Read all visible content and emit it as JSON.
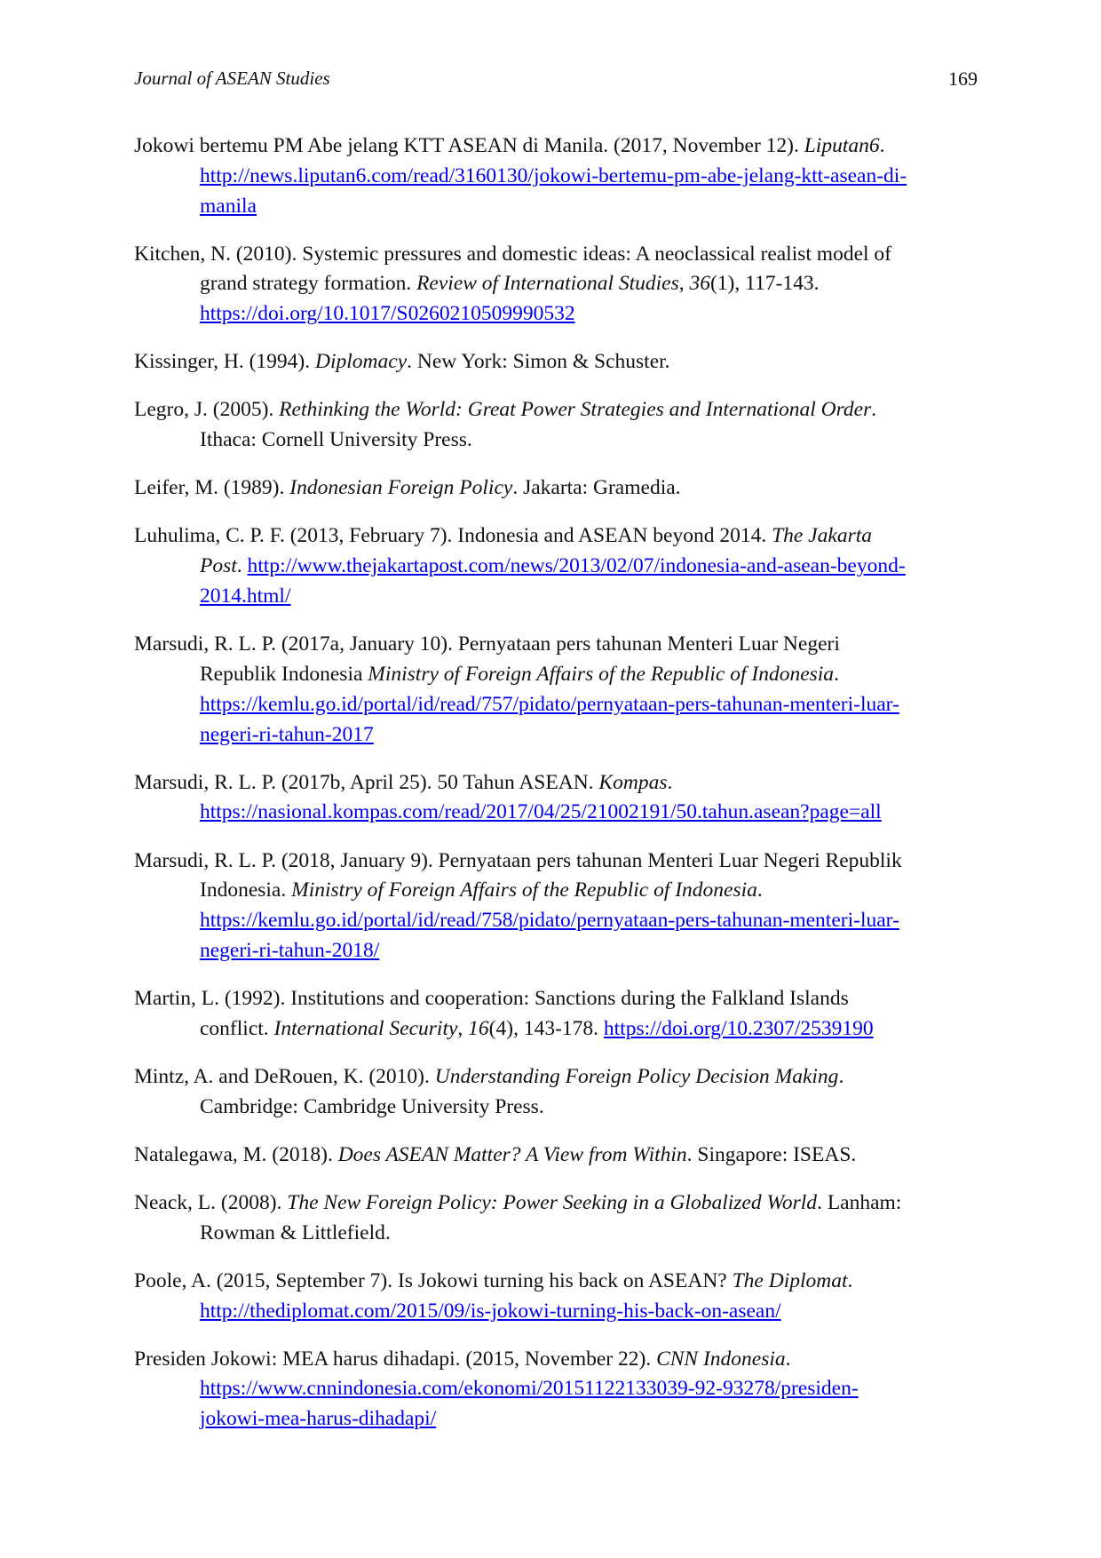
{
  "header": {
    "journal": "Journal of ASEAN Studies",
    "page_number": "169"
  },
  "references": [
    {
      "lines": [
        [
          {
            "t": "Jokowi bertemu PM Abe jelang KTT ASEAN di Manila. (2017, November 12). "
          },
          {
            "t": "Liputan6",
            "s": "i"
          },
          {
            "t": "."
          }
        ],
        [
          {
            "t": "http://news.liputan6.com/read/3160130/jokowi-bertemu-pm-abe-jelang-ktt-asean-di-",
            "s": "a"
          }
        ],
        [
          {
            "t": "manila",
            "s": "a"
          }
        ]
      ]
    },
    {
      "lines": [
        [
          {
            "t": "Kitchen, N. (2010). Systemic pressures and domestic ideas: A neoclassical realist model of"
          }
        ],
        [
          {
            "t": "grand strategy formation. "
          },
          {
            "t": "Review of International Studies",
            "s": "i"
          },
          {
            "t": ", "
          },
          {
            "t": "36",
            "s": "i"
          },
          {
            "t": "(1), 117-143."
          }
        ],
        [
          {
            "t": "https://doi.org/10.1017/S0260210509990532",
            "s": "a"
          }
        ]
      ]
    },
    {
      "lines": [
        [
          {
            "t": "Kissinger, H. (1994). "
          },
          {
            "t": "Diplomacy",
            "s": "i"
          },
          {
            "t": ". New York: Simon & Schuster."
          }
        ]
      ]
    },
    {
      "lines": [
        [
          {
            "t": "Legro, J. (2005). "
          },
          {
            "t": "Rethinking the World: Great Power Strategies and International Order",
            "s": "i"
          },
          {
            "t": "."
          }
        ],
        [
          {
            "t": "Ithaca: Cornell University Press."
          }
        ]
      ]
    },
    {
      "lines": [
        [
          {
            "t": "Leifer, M. (1989). "
          },
          {
            "t": "Indonesian Foreign Policy",
            "s": "i"
          },
          {
            "t": ". Jakarta: Gramedia."
          }
        ]
      ]
    },
    {
      "lines": [
        [
          {
            "t": "Luhulima, C. P. F. (2013, February 7). Indonesia and ASEAN beyond 2014. "
          },
          {
            "t": "The Jakarta",
            "s": "i"
          }
        ],
        [
          {
            "t": "Post",
            "s": "i"
          },
          {
            "t": ". "
          },
          {
            "t": "http://www.thejakartapost.com/news/2013/02/07/indonesia-and-asean-beyond-",
            "s": "a"
          }
        ],
        [
          {
            "t": "2014.html/",
            "s": "a"
          }
        ]
      ]
    },
    {
      "lines": [
        [
          {
            "t": "Marsudi, R. L. P. (2017a, January 10). Pernyataan pers tahunan Menteri Luar Negeri"
          }
        ],
        [
          {
            "t": "Republik Indonesia "
          },
          {
            "t": "Ministry of Foreign Affairs of the Republic of Indonesia",
            "s": "i"
          },
          {
            "t": "."
          }
        ],
        [
          {
            "t": "https://kemlu.go.id/portal/id/read/757/pidato/pernyataan-pers-tahunan-menteri-luar-",
            "s": "a"
          }
        ],
        [
          {
            "t": "negeri-ri-tahun-2017",
            "s": "a"
          }
        ]
      ]
    },
    {
      "lines": [
        [
          {
            "t": "Marsudi, R. L. P. (2017b, April 25). 50 Tahun ASEAN. "
          },
          {
            "t": "Kompas",
            "s": "i"
          },
          {
            "t": "."
          }
        ],
        [
          {
            "t": "https://nasional.kompas.com/read/2017/04/25/21002191/50.tahun.asean?page=all",
            "s": "a"
          }
        ]
      ]
    },
    {
      "lines": [
        [
          {
            "t": "Marsudi, R. L. P. (2018, January 9). Pernyataan pers tahunan Menteri Luar Negeri Republik"
          }
        ],
        [
          {
            "t": "Indonesia. "
          },
          {
            "t": "Ministry of Foreign Affairs of the Republic of Indonesia",
            "s": "i"
          },
          {
            "t": "."
          }
        ],
        [
          {
            "t": "https://kemlu.go.id/portal/id/read/758/pidato/pernyataan-pers-tahunan-menteri-luar-",
            "s": "a"
          }
        ],
        [
          {
            "t": "negeri-ri-tahun-2018/",
            "s": "a"
          }
        ]
      ]
    },
    {
      "lines": [
        [
          {
            "t": "Martin, L. (1992). Institutions and cooperation: Sanctions during the Falkland Islands"
          }
        ],
        [
          {
            "t": "conflict. "
          },
          {
            "t": "International Security",
            "s": "i"
          },
          {
            "t": ", "
          },
          {
            "t": "16",
            "s": "i"
          },
          {
            "t": "(4), 143-178. "
          },
          {
            "t": "https://doi.org/10.2307/2539190",
            "s": "a"
          }
        ]
      ]
    },
    {
      "lines": [
        [
          {
            "t": "Mintz, A. and DeRouen, K. (2010). "
          },
          {
            "t": "Understanding Foreign Policy Decision Making",
            "s": "i"
          },
          {
            "t": "."
          }
        ],
        [
          {
            "t": "Cambridge: Cambridge University Press."
          }
        ]
      ]
    },
    {
      "lines": [
        [
          {
            "t": "Natalegawa, M. (2018). "
          },
          {
            "t": "Does ASEAN Matter? A View from Within",
            "s": "i"
          },
          {
            "t": ". Singapore: ISEAS."
          }
        ]
      ]
    },
    {
      "lines": [
        [
          {
            "t": "Neack, L. (2008). "
          },
          {
            "t": "The New Foreign Policy: Power Seeking in a Globalized World",
            "s": "i"
          },
          {
            "t": ". Lanham:"
          }
        ],
        [
          {
            "t": "Rowman & Littlefield."
          }
        ]
      ]
    },
    {
      "lines": [
        [
          {
            "t": "Poole, A. (2015, September 7). Is Jokowi turning his back on ASEAN? "
          },
          {
            "t": "The Diplomat",
            "s": "i"
          },
          {
            "t": "."
          }
        ],
        [
          {
            "t": "http://thediplomat.com/2015/09/is-jokowi-turning-his-back-on-asean/",
            "s": "a"
          }
        ]
      ]
    },
    {
      "lines": [
        [
          {
            "t": "Presiden Jokowi: MEA harus dihadapi. (2015, November 22). "
          },
          {
            "t": "CNN Indonesia",
            "s": "i"
          },
          {
            "t": "."
          }
        ],
        [
          {
            "t": "https://www.cnnindonesia.com/ekonomi/20151122133039-92-93278/presiden-",
            "s": "a"
          }
        ],
        [
          {
            "t": "jokowi-mea-harus-dihadapi/",
            "s": "a"
          }
        ]
      ]
    }
  ]
}
